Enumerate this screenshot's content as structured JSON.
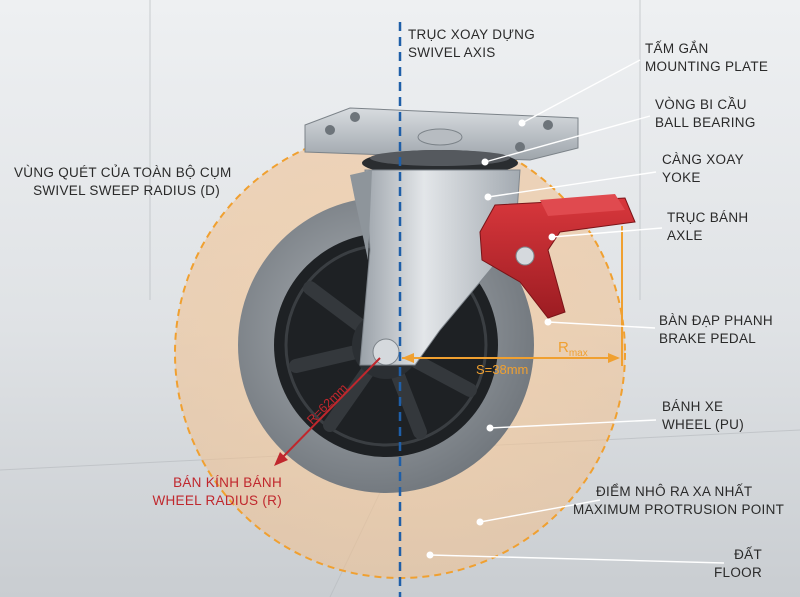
{
  "labels": {
    "swivel_axis": {
      "vi": "TRỤC XOAY DỰNG",
      "en": "SWIVEL AXIS"
    },
    "mounting_plate": {
      "vi": "TẤM GẮN",
      "en": "MOUNTING PLATE"
    },
    "ball_bearing": {
      "vi": "VÒNG BI CẦU",
      "en": "BALL BEARING"
    },
    "yoke": {
      "vi": "CÀNG XOAY",
      "en": "YOKE"
    },
    "axle": {
      "vi": "TRỤC BÁNH",
      "en": "AXLE"
    },
    "sweep_radius": {
      "vi": "VÙNG QUÉT CỦA TOÀN BỘ CỤM",
      "en": "SWIVEL SWEEP RADIUS (D)"
    },
    "brake_pedal": {
      "vi": "BÀN ĐẠP PHANH",
      "en": "BRAKE PEDAL"
    },
    "wheel": {
      "vi": "BÁNH XE",
      "en": "WHEEL (PU)"
    },
    "wheel_radius": {
      "vi": "BÁN KÍNH BÁNH",
      "en": "WHEEL RADIUS (R)"
    },
    "max_protrusion": {
      "vi": "ĐIỂM NHÔ RA XA NHẤT",
      "en": "MAXIMUM PROTRUSION POINT"
    },
    "floor": {
      "vi": "ĐẤT",
      "en": "FLOOR"
    }
  },
  "dimensions": {
    "r_value": "R=62mm",
    "s_value": "S=38mm",
    "rmax_main": "R",
    "rmax_sub": "max"
  },
  "colors": {
    "sweep_fill": "#f3c79a",
    "dimension_orange": "#f0a030",
    "axis_blue": "#1f5fa8",
    "brake_red": "#c0272d",
    "tire_gray": "#8a9096",
    "hub_black": "#1e2124"
  }
}
